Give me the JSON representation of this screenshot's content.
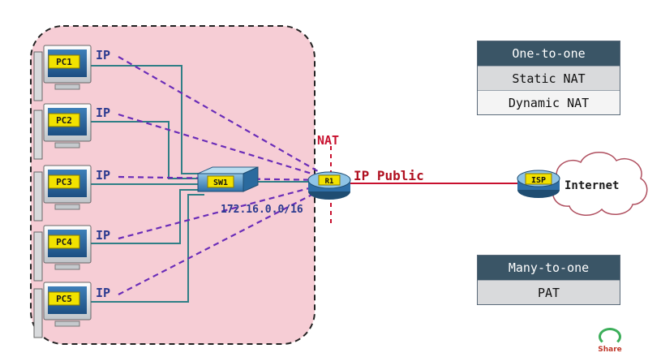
{
  "pcs": [
    {
      "label": "PC1",
      "ip_label": "IP"
    },
    {
      "label": "PC2",
      "ip_label": "IP"
    },
    {
      "label": "PC3",
      "ip_label": "IP"
    },
    {
      "label": "PC4",
      "ip_label": "IP"
    },
    {
      "label": "PC5",
      "ip_label": "IP"
    }
  ],
  "switch_label": "SW1",
  "router_label": "R1",
  "isp_label": "ISP",
  "nat_label": "NAT",
  "public_ip_label": "IP Public",
  "subnet_label": "172.16.0.0/16",
  "internet_label": "Internet",
  "nat_table": {
    "header": "One-to-one",
    "rows": [
      "Static NAT",
      "Dynamic NAT"
    ]
  },
  "pat_table": {
    "header": "Many-to-one",
    "rows": [
      "PAT"
    ]
  },
  "logo_text": "Share",
  "colors": {
    "lan_fill": "#f6cdd5",
    "cable": "#2f7f86",
    "dashed": "#6a2cb8",
    "nat_red": "#c8102e",
    "wan_red": "#c8102e"
  }
}
